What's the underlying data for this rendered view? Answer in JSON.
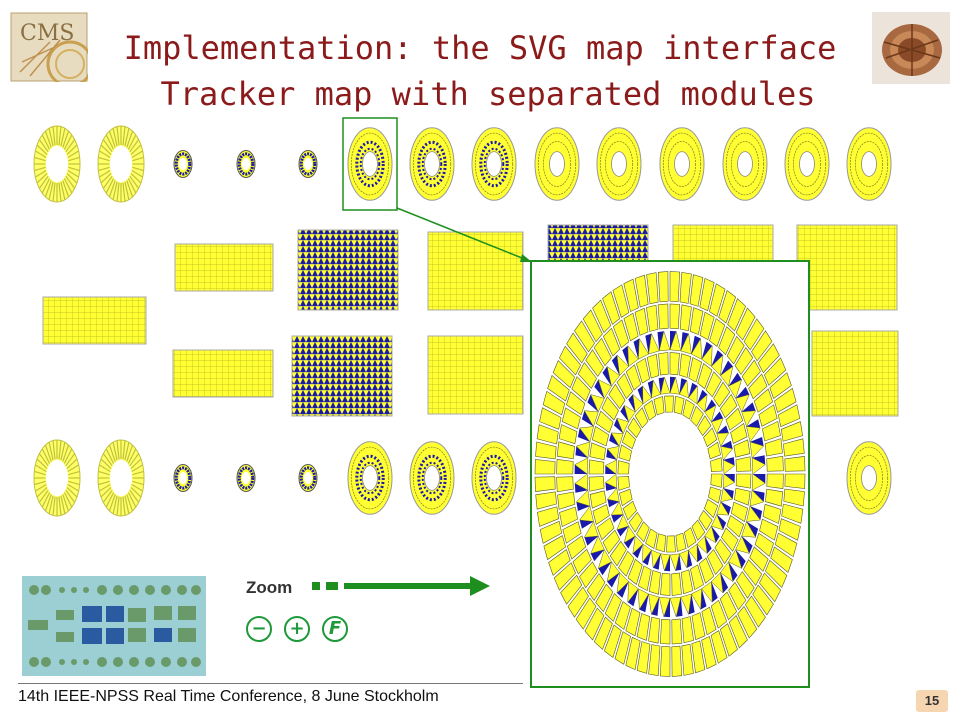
{
  "slide": {
    "title_line1": "Implementation: the SVG map interface",
    "title_line2": "Tracker map with separated modules",
    "footer": "14th IEEE-NPSS Real Time Conference, 8 June Stockholm",
    "page_number": "15"
  },
  "controls": {
    "zoom_label": "Zoom",
    "zoom_out_glyph": "−",
    "zoom_in_glyph": "+",
    "fit_glyph": "F"
  },
  "logos": {
    "left": "CMS"
  },
  "colors": {
    "module_yellow": "#ffff33",
    "module_blue": "#1a1aa8",
    "highlight_green": "#1e8f1e",
    "title_red": "#8b1a1a"
  }
}
